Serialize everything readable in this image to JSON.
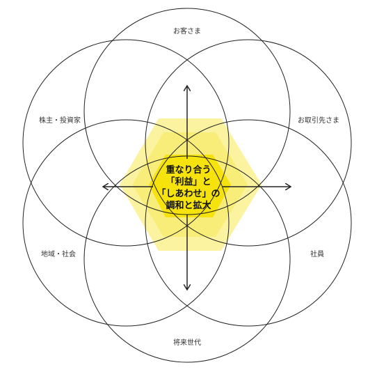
{
  "center": {
    "lines": [
      "重なり合う",
      "「利益」と",
      "「しあわせ」の",
      "調和と拡大"
    ]
  },
  "stakeholders": [
    {
      "id": "customers",
      "label": "お客さま"
    },
    {
      "id": "partners",
      "label": "お取引先さま"
    },
    {
      "id": "employees",
      "label": "社員"
    },
    {
      "id": "future",
      "label": "将来世代"
    },
    {
      "id": "community",
      "label": "地域・社会"
    },
    {
      "id": "shareholders",
      "label": "株主・投資家"
    }
  ],
  "arrows": [
    "up",
    "right",
    "down",
    "left"
  ],
  "colors": {
    "circle_stroke": "#222222",
    "highlight_outer": "#fbf3a0",
    "highlight_mid": "#f8ea64",
    "highlight_core": "#f6e20d",
    "arrow": "#222222",
    "text": "#333333"
  }
}
